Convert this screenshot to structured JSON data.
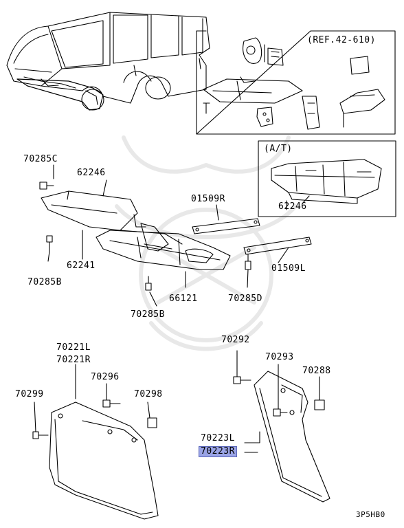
{
  "diagram": {
    "ref_label": "(REF.42-610)",
    "at_label": "(A/T)",
    "footer_code": "3P5HB0",
    "highlight_color": "#9aa4e6",
    "parts": {
      "p70285C": "70285C",
      "p62246_top": "62246",
      "p01509R": "01509R",
      "p62246_at": "62246",
      "p62241": "62241",
      "p70285B_left": "70285B",
      "p01509L": "01509L",
      "p66121": "66121",
      "p70285D": "70285D",
      "p70285B_bottom": "70285B",
      "p70221L": "70221L",
      "p70221R": "70221R",
      "p70292": "70292",
      "p70293": "70293",
      "p70288": "70288",
      "p70296": "70296",
      "p70299": "70299",
      "p70298": "70298",
      "p70223L": "70223L",
      "p70223R": "70223R"
    }
  }
}
